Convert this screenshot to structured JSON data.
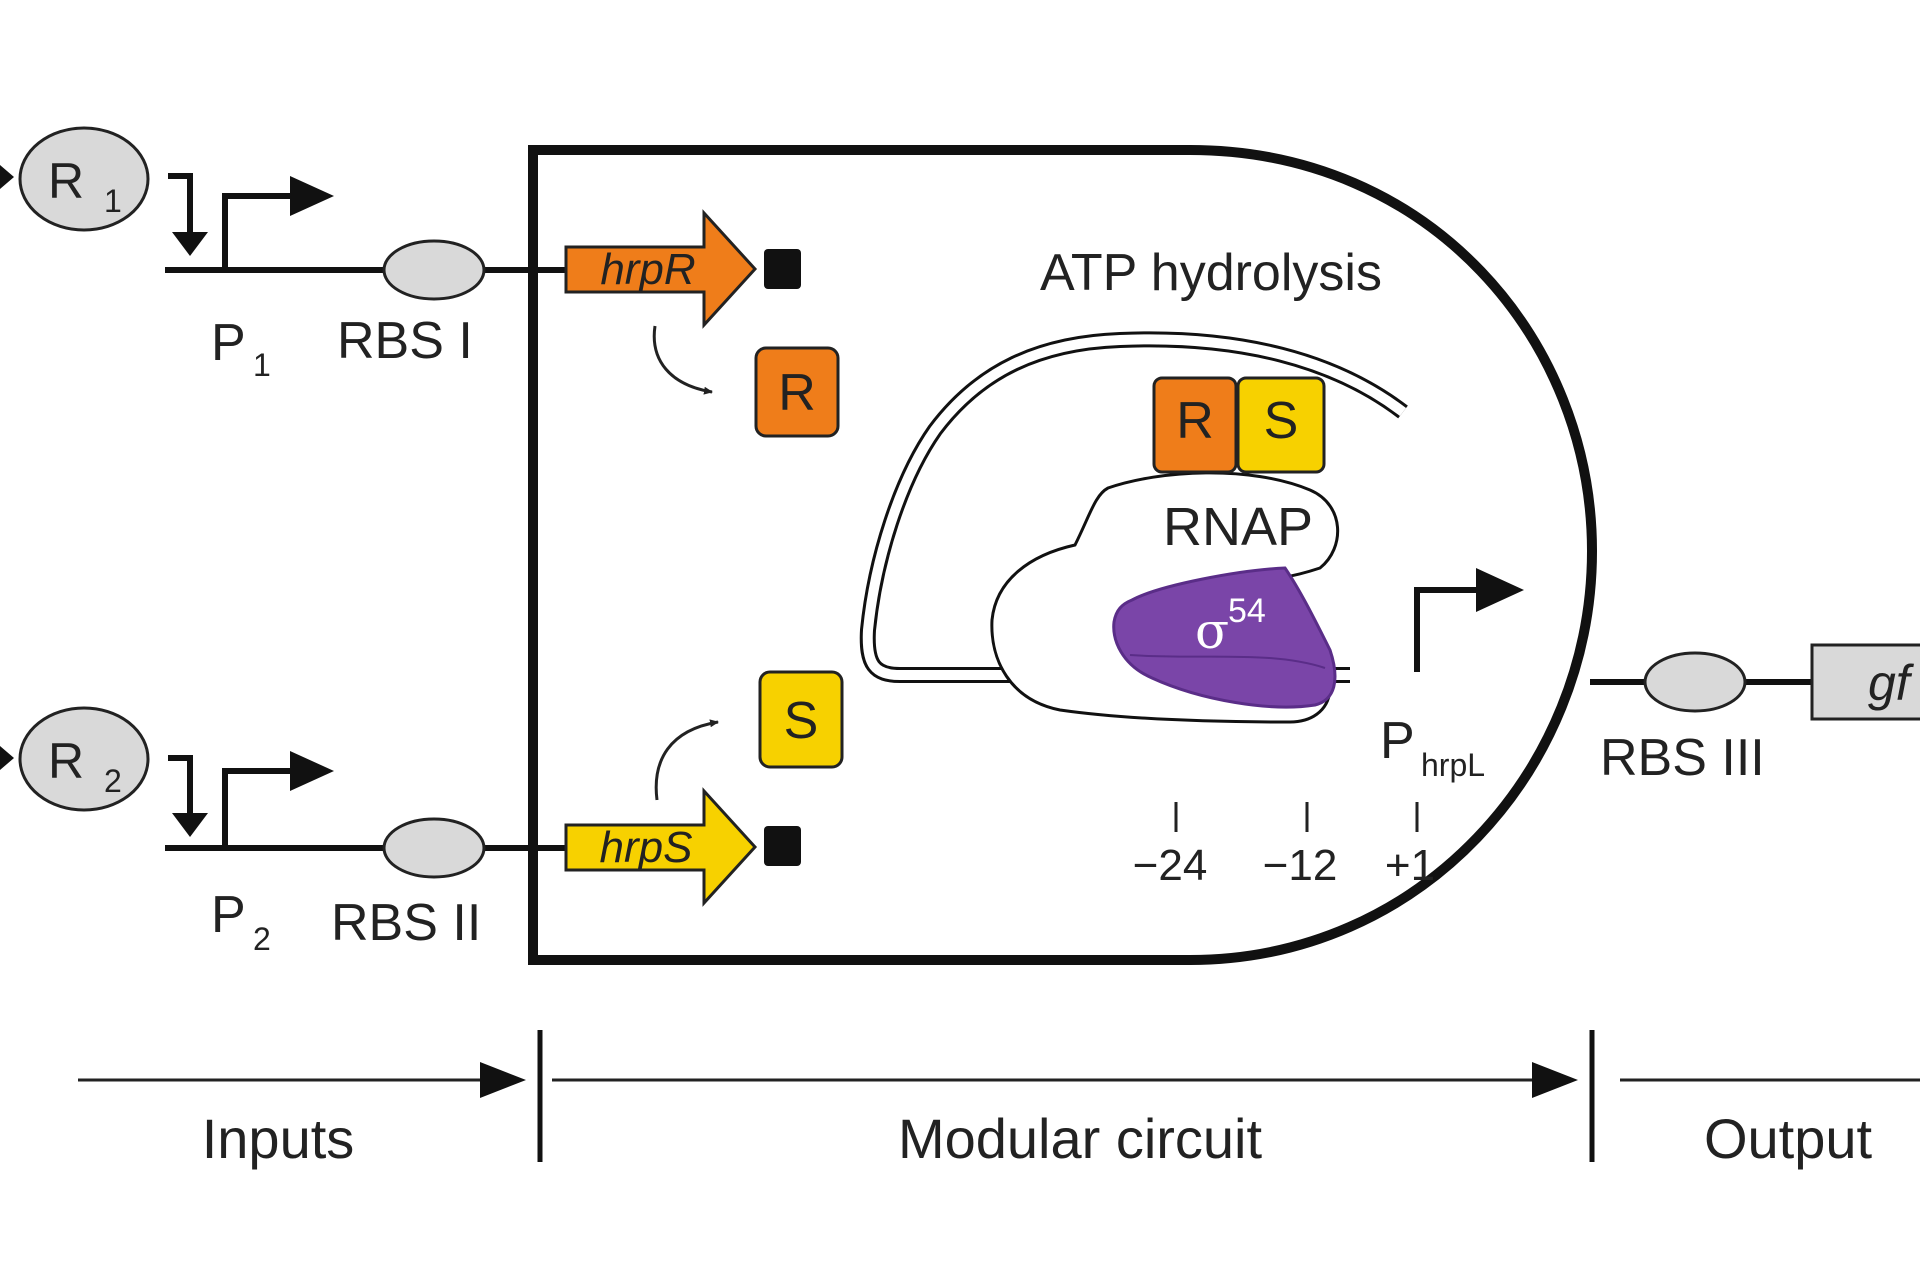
{
  "diagram": {
    "inputs": {
      "r1_label": "R",
      "r1_sub": "1",
      "r2_label": "R",
      "r2_sub": "2",
      "p1_label": "P",
      "p1_sub": "1",
      "p2_label": "P",
      "p2_sub": "2",
      "rbs1": "RBS I",
      "rbs2": "RBS II"
    },
    "circuit": {
      "gene_r": "hrpR",
      "gene_s": "hrpS",
      "protein_r": "R",
      "protein_s": "S",
      "complex_r": "R",
      "complex_s": "S",
      "atp": "ATP hydrolysis",
      "rnap": "RNAP",
      "sigma": "σ",
      "sigma_sup": "54",
      "promoter": "P",
      "promoter_sub": "hrpL",
      "pos_minus24": "−24",
      "pos_minus12": "−12",
      "pos_plus1": "+1"
    },
    "output": {
      "rbs3": "RBS III",
      "reporter": "gf"
    },
    "sections": {
      "inputs": "Inputs",
      "circuit": "Modular circuit",
      "output": "Output"
    },
    "colors": {
      "orange": "#ef7d1a",
      "yellow": "#f7d100",
      "purple": "#7a45a8",
      "gray": "#d9d9d9"
    }
  }
}
